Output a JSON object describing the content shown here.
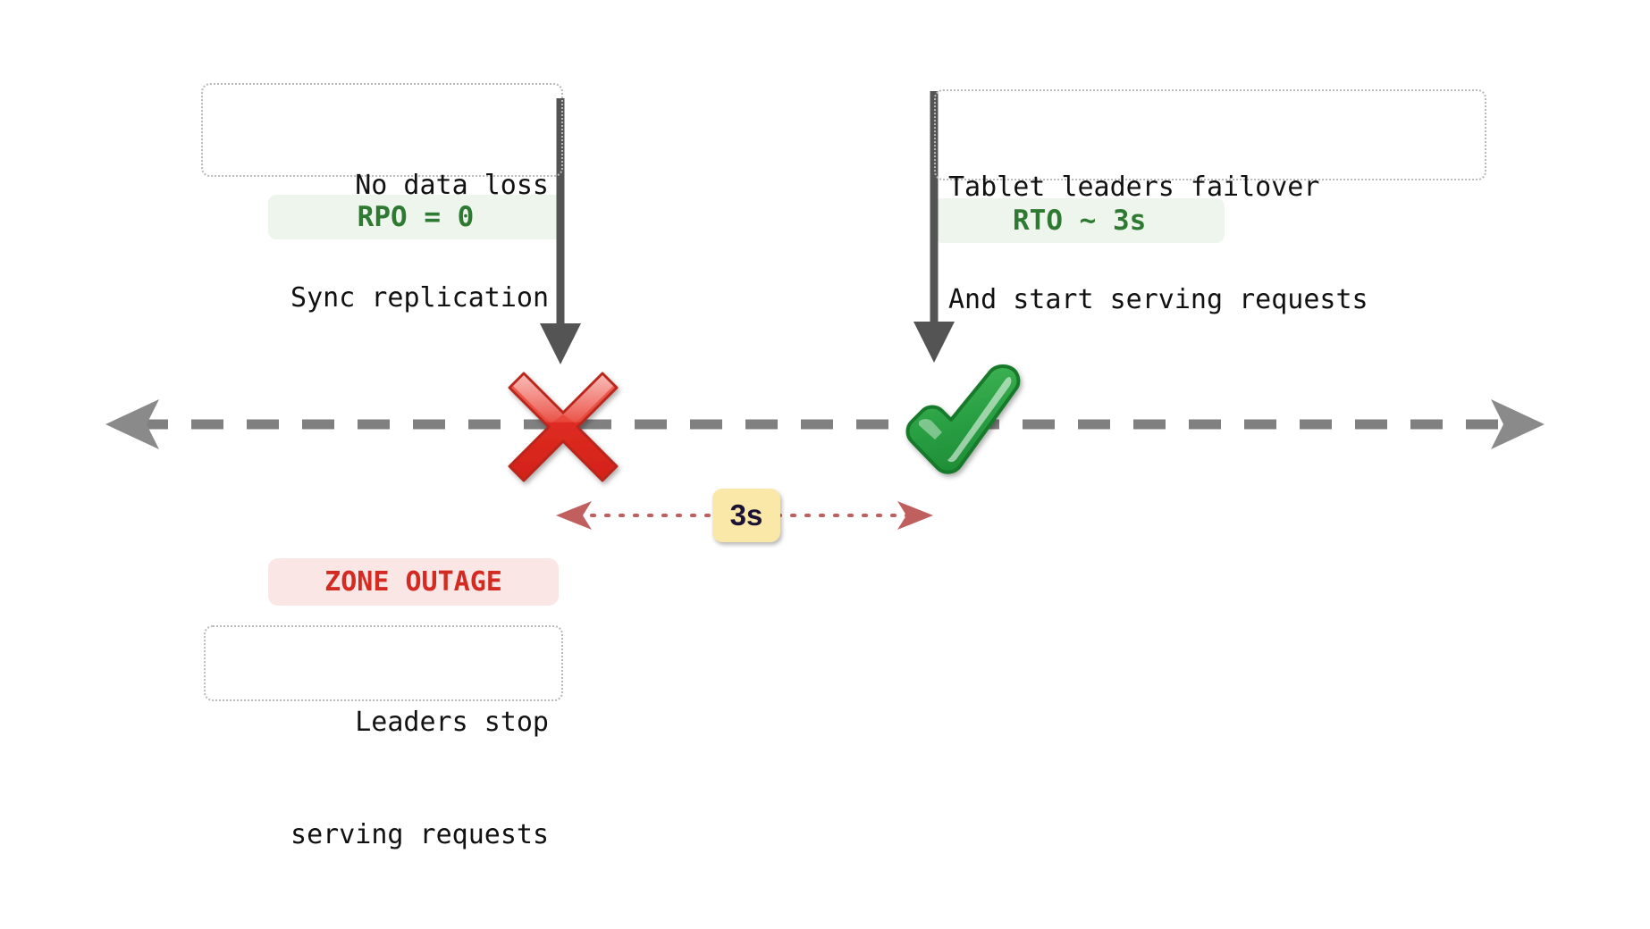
{
  "diagram": {
    "title": "Zone outage RPO / RTO timeline",
    "colors": {
      "timeline": "#808080",
      "event_arrow": "#4d4d4d",
      "metric_text": "#2f7a32",
      "metric_bg": "#eef5ec",
      "outage_text": "#d32a22",
      "outage_bg": "#fbe6e6",
      "duration_bg": "#fae8a8",
      "duration_text": "#1b1335",
      "measure_line": "#c0605e",
      "note_border": "#b9b9b9",
      "cross_mark": "#e03a2f",
      "check_mark": "#2faa4a"
    },
    "left_event": {
      "note_lines": [
        "No data loss",
        "Sync replication"
      ],
      "metric_label": "RPO = 0",
      "marker_icon": "cross-mark-icon",
      "outage_label": "ZONE OUTAGE",
      "effect_lines": [
        "Leaders stop",
        "serving requests"
      ]
    },
    "right_event": {
      "note_lines": [
        "Tablet leaders failover",
        "And start serving requests"
      ],
      "metric_label": "RTO ~ 3s",
      "marker_icon": "check-mark-icon"
    },
    "duration": {
      "label": "3s"
    },
    "timeline": {
      "style": "dashed",
      "left_arrow": "arrow-left-icon",
      "right_arrow": "arrow-right-icon"
    }
  }
}
